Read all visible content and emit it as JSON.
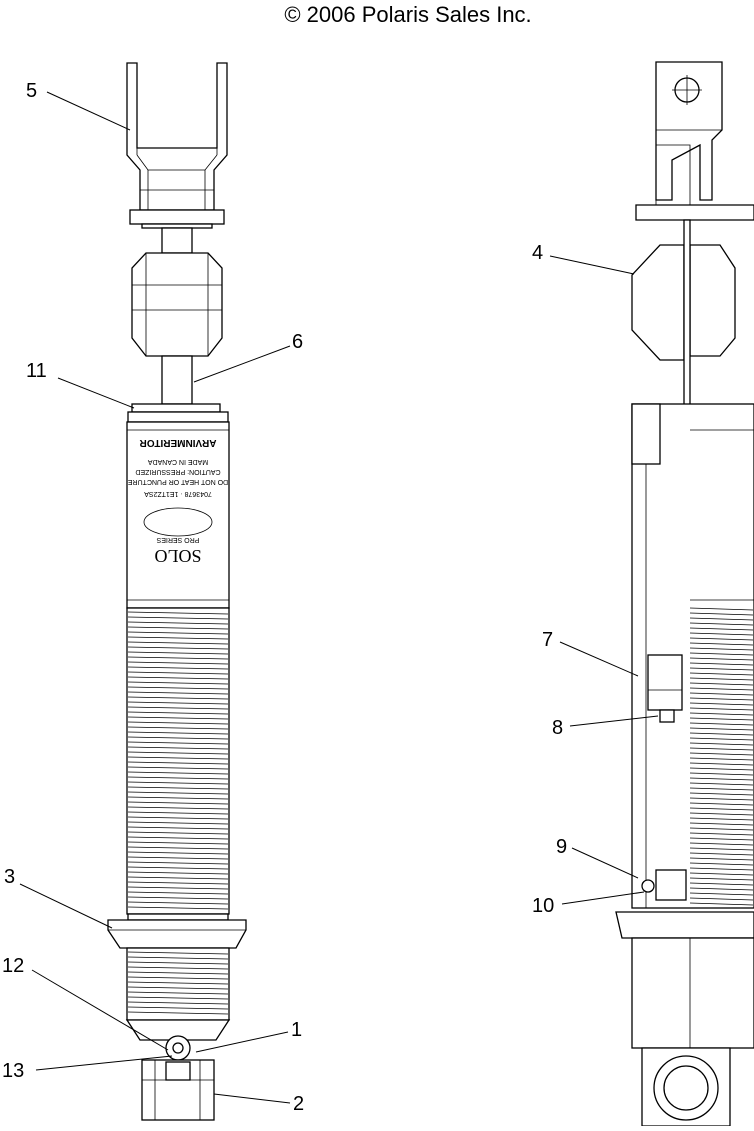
{
  "copyright": "© 2006 Polaris Sales Inc.",
  "callouts": [
    {
      "id": "5",
      "label": "5"
    },
    {
      "id": "6",
      "label": "6"
    },
    {
      "id": "11",
      "label": "11"
    },
    {
      "id": "3",
      "label": "3"
    },
    {
      "id": "12",
      "label": "12"
    },
    {
      "id": "13",
      "label": "13"
    },
    {
      "id": "1",
      "label": "1"
    },
    {
      "id": "2",
      "label": "2"
    },
    {
      "id": "4",
      "label": "4"
    },
    {
      "id": "7",
      "label": "7"
    },
    {
      "id": "8",
      "label": "8"
    },
    {
      "id": "9",
      "label": "9"
    },
    {
      "id": "10",
      "label": "10"
    }
  ],
  "decal": {
    "logo": "SOLO",
    "series": "PRO SERIES",
    "brand": "ARVINMERITOR",
    "made_in": "MADE IN CANADA",
    "caution": "CAUTION: PRESSURIZED",
    "warning": "DO NOT HEAT OR PUNCTURE",
    "part_no": "7043678 · 1E1TZ2SA"
  },
  "colors": {
    "line": "#000000",
    "background": "#ffffff"
  }
}
